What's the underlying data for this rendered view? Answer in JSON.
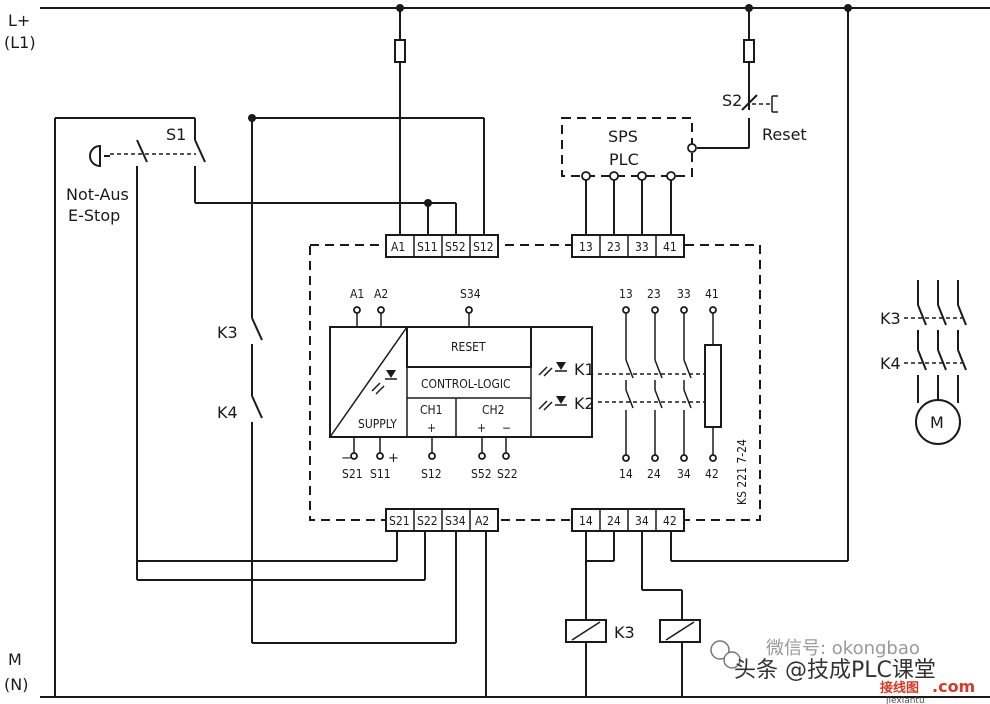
{
  "rails": {
    "top_label": "L+",
    "top_sub": "(L1)",
    "bottom_label": "M",
    "bottom_sub": "(N)"
  },
  "estop": {
    "label1": "Not-Aus",
    "label2": "E-Stop",
    "switch": "S1"
  },
  "reset": {
    "switch": "S2",
    "label": "Reset"
  },
  "plc": {
    "line1": "SPS",
    "line2": "PLC"
  },
  "contacts": {
    "k3": "K3",
    "k4": "K4"
  },
  "motor": {
    "k3": "K3",
    "k4": "K4",
    "symbol": "M"
  },
  "coils": {
    "k3": "K3"
  },
  "terminals_top_left": [
    "A1",
    "S11",
    "S52",
    "S12"
  ],
  "terminals_top_right": [
    "13",
    "23",
    "33",
    "41"
  ],
  "terminals_bottom_left": [
    "S21",
    "S22",
    "S34",
    "A2"
  ],
  "terminals_bottom_right": [
    "14",
    "24",
    "34",
    "42"
  ],
  "module": {
    "top_a1": "A1",
    "top_a2": "A2",
    "top_s34": "S34",
    "reset": "RESET",
    "control_logic": "CONTROL-LOGIC",
    "supply": "SUPPLY",
    "ch1": "CH1",
    "ch2": "CH2",
    "ch1_pol": "+",
    "ch2_pol_a": "+",
    "ch2_pol_b": "−",
    "k1": "K1",
    "k2": "K2",
    "pol_minus": "−",
    "pol_plus": "+",
    "bottom_terms": [
      "S21",
      "S11",
      "S12",
      "S52",
      "S22"
    ],
    "contact_top": [
      "13",
      "23",
      "33",
      "41"
    ],
    "contact_bottom": [
      "14",
      "24",
      "34",
      "42"
    ],
    "model": "KS 221 7-24"
  },
  "watermark": {
    "line1": "微信号: okongbao",
    "line2": "头条 @技成PLC课堂",
    "line3": "接线图",
    "line4": ".com",
    "line5": "jiexiantu"
  }
}
